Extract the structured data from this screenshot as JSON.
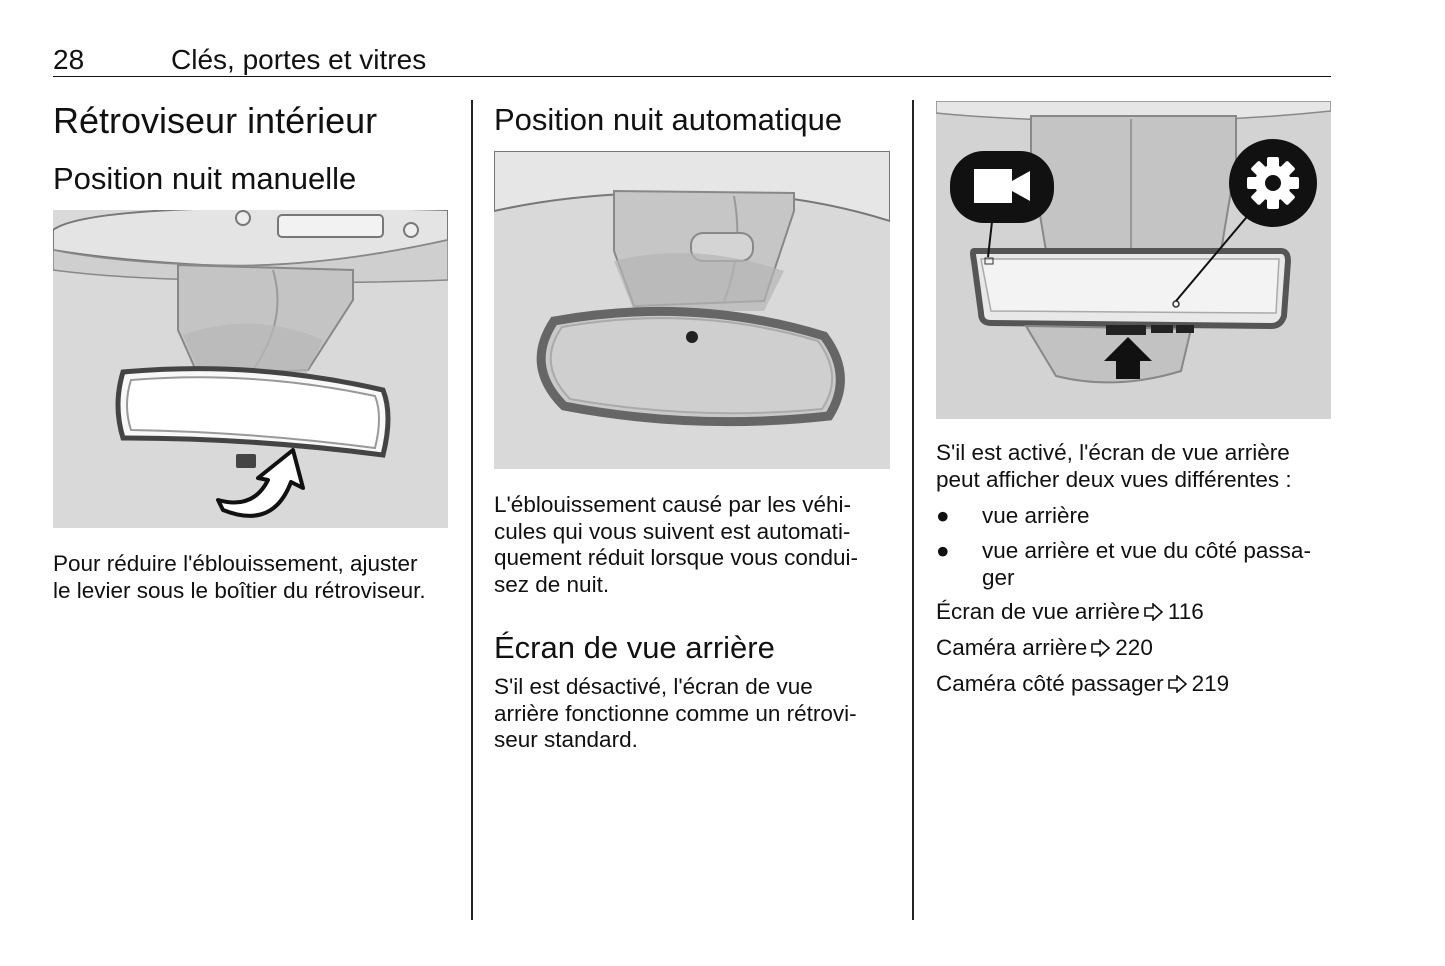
{
  "header": {
    "page_number": "28",
    "section": "Clés, portes et vitres"
  },
  "col1": {
    "title": "Rétroviseur intérieur",
    "subtitle": "Position nuit manuelle",
    "text_lines": [
      "Pour réduire l'éblouissement, ajuster",
      "le levier sous le boîtier du rétroviseur."
    ]
  },
  "col2": {
    "title": "Position nuit automatique",
    "text_lines": [
      "L'éblouissement causé par les véhi-",
      "cules qui vous suivent est automati-",
      "quement réduit lorsque vous condui-",
      "sez de nuit."
    ],
    "title2": "Écran de vue arrière",
    "text2_lines": [
      "S'il est désactivé, l'écran de vue",
      "arrière fonctionne comme un rétrovi-",
      "seur standard."
    ]
  },
  "col3": {
    "text_lines": [
      "S'il est activé, l'écran de vue arrière",
      "peut afficher deux vues différentes :"
    ],
    "bullets": [
      {
        "dot": "●",
        "lines": [
          "vue arrière"
        ]
      },
      {
        "dot": "●",
        "lines": [
          "vue arrière et vue du côté passa-",
          "ger"
        ]
      }
    ],
    "xrefs": [
      {
        "label": "Écran de vue arrière",
        "page": "116"
      },
      {
        "label": "Caméra arrière",
        "page": "220"
      },
      {
        "label": "Caméra côté passager",
        "page": "219"
      }
    ],
    "icons": [
      "camera-icon",
      "gear-icon"
    ]
  }
}
